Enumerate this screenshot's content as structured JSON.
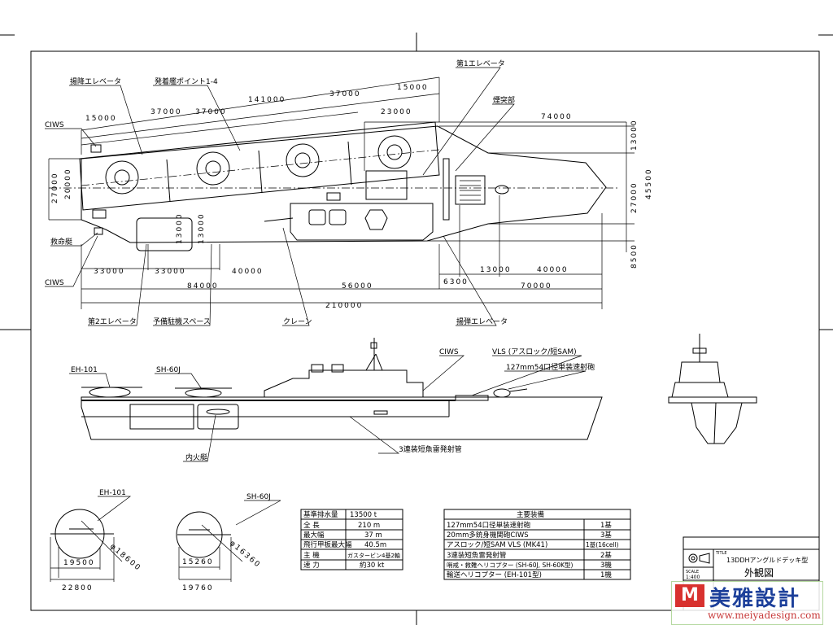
{
  "plan_labels": {
    "ciws_top": "CIWS",
    "elevator_side": "揚降エレベータ",
    "landing_points": "発着艦ポイント1-4",
    "elevator_1": "第1エレベータ",
    "funnel": "煙突部",
    "rescue": "救命艇",
    "ciws_bottom": "CIWS",
    "elevator_2": "第2エレベータ",
    "parking_space": "予備駐機スペース",
    "crane": "クレーン",
    "elevator_ammo": "揚弾エレベータ"
  },
  "plan_dims": {
    "overall_angled": "141000",
    "d15000a": "15000",
    "d37000a": "37000",
    "d37000b": "37000",
    "d37000c": "37000",
    "d15000b": "15000",
    "d23000": "23000",
    "d74000": "74000",
    "d20000": "20000",
    "d27000": "27000",
    "d13000a": "13000",
    "d13000b": "13000",
    "r13000": "13000",
    "r27000": "27000",
    "r45500": "45500",
    "r8500": "8500",
    "b33000a": "33000",
    "b33000b": "33000",
    "b40000a": "40000",
    "b6300": "6300",
    "b13000": "13000",
    "b40000b": "40000",
    "b84000": "84000",
    "b56000": "56000",
    "b70000": "70000",
    "b210000": "210000"
  },
  "side_labels": {
    "eh101": "EH-101",
    "sh60j": "SH-60J",
    "ciws": "CIWS",
    "vls": "VLS (アスロック/短SAM)",
    "gun": "127mm54口径単装速射砲",
    "boat": "内火艇",
    "torpedo": "3連装短魚雷発射管"
  },
  "heli_views": {
    "eh101": {
      "title": "EH-101",
      "rotor": "φ18600",
      "width1": "19500",
      "width2": "22800"
    },
    "sh60j": {
      "title": "SH-60J",
      "rotor": "φ16360",
      "width1": "15260",
      "width2": "19760"
    }
  },
  "spec_table": [
    {
      "label": "基準排水量",
      "value": "13500 t"
    },
    {
      "label": "全 長",
      "value": "210 m"
    },
    {
      "label": "最大幅",
      "value": "37 m"
    },
    {
      "label": "飛行甲板最大幅",
      "value": "40.5m"
    },
    {
      "label": "主 機",
      "value": "ガスタービン4基2軸"
    },
    {
      "label": "速 力",
      "value": "約30 kt"
    }
  ],
  "equipment_table": {
    "header": "主要装備",
    "rows": [
      {
        "item": "127mm54口径単装速射砲",
        "qty": "1基"
      },
      {
        "item": "20mm多銃身機関砲CIWS",
        "qty": "3基"
      },
      {
        "item": "アスロック/短SAM VLS (MK41)",
        "qty": "1基(16cell)"
      },
      {
        "item": "3連装短魚雷発射管",
        "qty": "2基"
      },
      {
        "item": "哨戒・救難ヘリコプター (SH-60J, SH-60K型)",
        "qty": "3機"
      },
      {
        "item": "輸送ヘリコプター (EH-101型)",
        "qty": "1機"
      }
    ]
  },
  "title_block": {
    "title_caption": "TITLE",
    "title": "13DDHアングルドデッキ型",
    "drawing_name": "外観図",
    "scale_caption": "SCALE",
    "scale": "1:400"
  },
  "watermark": {
    "name": "美雅設計",
    "url": "www.meiyadesign.com"
  }
}
